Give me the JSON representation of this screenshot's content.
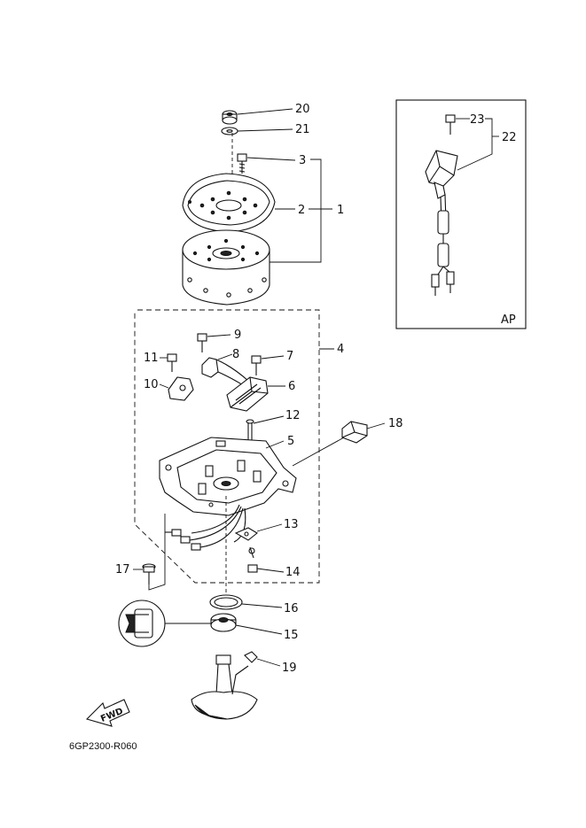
{
  "labels": {
    "p1": "1",
    "p2": "2",
    "p3": "3",
    "p4": "4",
    "p5": "5",
    "p6": "6",
    "p7": "7",
    "p8": "8",
    "p9": "9",
    "p10": "10",
    "p11": "11",
    "p12": "12",
    "p13": "13",
    "p14": "14",
    "p15": "15",
    "p16": "16",
    "p17": "17",
    "p18": "18",
    "p19": "19",
    "p20": "20",
    "p21": "21",
    "p22": "22",
    "p23": "23"
  },
  "inset_label": "AP",
  "fwd_label": "FWD",
  "diagram_code": "6GP2300-R060"
}
